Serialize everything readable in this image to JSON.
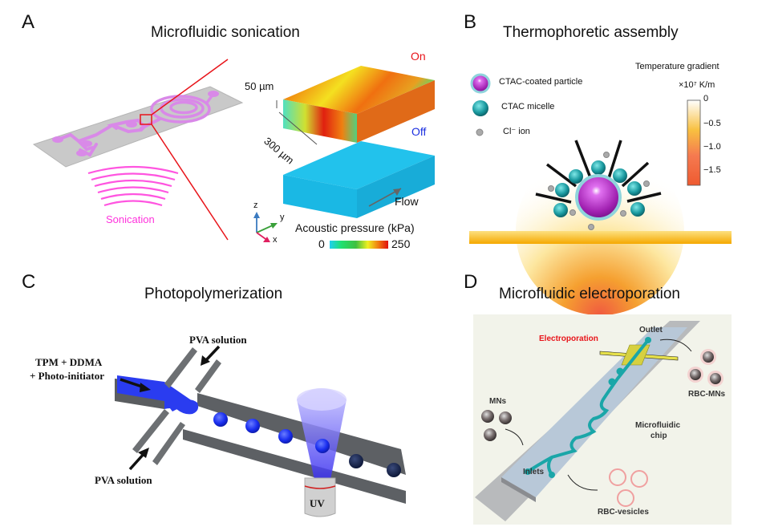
{
  "panels": {
    "a": {
      "letter": "A",
      "title": "Microfluidic sonication",
      "sonication_label": "Sonication",
      "height_label": "50 µm",
      "width_label": "300 µm",
      "state_on": "On",
      "state_off": "Off",
      "flow_label": "Flow",
      "axes": {
        "z": "z",
        "y": "y",
        "x": "x"
      },
      "colorbar": {
        "title": "Acoustic pressure (kPa)",
        "min": "0",
        "max": "250"
      },
      "colors": {
        "on": "#e8141a",
        "off": "#1b2fe0",
        "channel": "#d989e8",
        "sonication": "#ff33dd",
        "zoom_line": "#e8141a"
      }
    },
    "b": {
      "letter": "B",
      "title": "Thermophoretic assembly",
      "legend": [
        {
          "icon": "coated-particle",
          "label": "CTAC-coated particle"
        },
        {
          "icon": "micelle",
          "label": "CTAC micelle"
        },
        {
          "icon": "chloride-ion",
          "label": "Cl⁻ ion"
        }
      ],
      "colorbar": {
        "title": "Temperature gradient",
        "unit": "×10⁷ K/m",
        "ticks": [
          "0",
          "−0.5",
          "−1.0",
          "−1.5"
        ]
      }
    },
    "c": {
      "letter": "C",
      "title": "Photopolymerization",
      "inlet_label_line1": "TPM + DDMA",
      "inlet_label_line2": "+ Photo-initiator",
      "pva_top": "PVA solution",
      "pva_bottom": "PVA solution",
      "uv_label": "UV"
    },
    "d": {
      "letter": "D",
      "title": "Microfluidic electroporation",
      "electroporation": "Electroporation",
      "outlet": "Outlet",
      "inlets": "Inlets",
      "mns": "MNs",
      "rbc_mns": "RBC-MNs",
      "chip_line1": "Microfluidic",
      "chip_line2": "chip",
      "rbc_vesicles": "RBC-vesicles",
      "colors": {
        "electroporation": "#e8141a",
        "channel": "#1aa6a8"
      }
    }
  }
}
